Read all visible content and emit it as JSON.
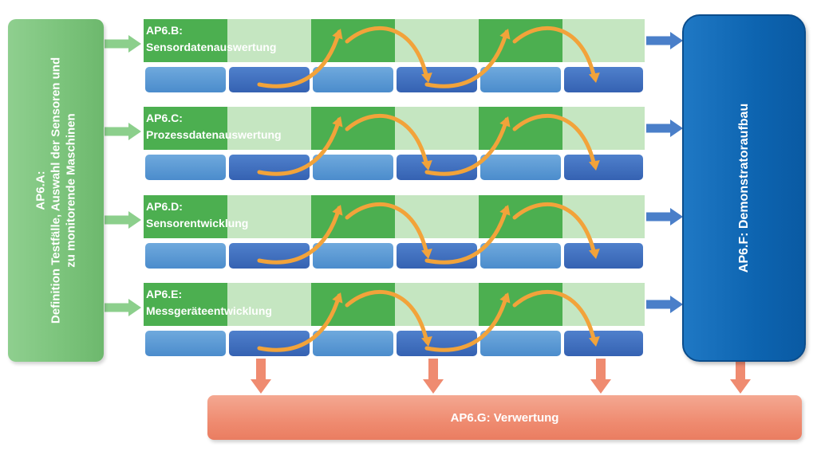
{
  "work_packages": {
    "a": {
      "label": "AP6.A:\nDefinition Testfälle, Auswahl der Sensoren und\nzu monitorende Maschinen"
    },
    "f": {
      "label": "AP6.F: Demonstratoraufbau"
    },
    "g": {
      "label": "AP6.G: Verwertung"
    }
  },
  "rows": [
    {
      "code": "AP6.B:",
      "name": "Sensordatenauswertung"
    },
    {
      "code": "AP6.C:",
      "name": "Prozessdatenauswertung"
    },
    {
      "code": "AP6.D:",
      "name": "Sensorentwicklung"
    },
    {
      "code": "AP6.E:",
      "name": "Messgeräteentwicklung"
    }
  ],
  "colors": {
    "green_dark": "#4caf50",
    "green_light": "#c5e6c1",
    "blue_light": "#5b9bd5",
    "blue_dark": "#3a6fc0",
    "demo_blue": "#0d64b0",
    "arrow_orange": "#f2a33a",
    "arrow_salmon": "#ef8b70",
    "arrow_green": "#8ccf8c",
    "arrow_blue": "#4a7fc9"
  }
}
